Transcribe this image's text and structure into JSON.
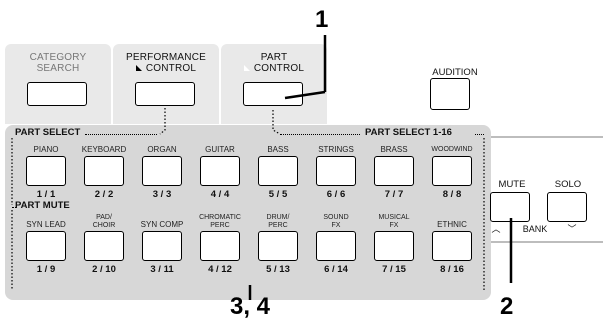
{
  "tabs": [
    {
      "label_line1": "CATEGORY",
      "label_line2": "SEARCH"
    },
    {
      "label_line1": "PERFORMANCE",
      "label_line2": "CONTROL"
    },
    {
      "label_line1": "PART",
      "label_line2": "CONTROL"
    }
  ],
  "audition_label": "AUDITION",
  "part_select_label": "PART SELECT",
  "part_select_range_label": "PART SELECT 1-16",
  "part_mute_label": "PART MUTE",
  "row1": [
    {
      "name": "PIANO",
      "num": "1 / 1"
    },
    {
      "name": "KEYBOARD",
      "num": "2 / 2"
    },
    {
      "name": "ORGAN",
      "num": "3 / 3"
    },
    {
      "name": "GUITAR",
      "num": "4 / 4"
    },
    {
      "name": "BASS",
      "num": "5 / 5"
    },
    {
      "name": "STRINGS",
      "num": "6 / 6"
    },
    {
      "name": "BRASS",
      "num": "7 / 7"
    },
    {
      "name": "WOODWIND",
      "num": "8 / 8"
    }
  ],
  "row2": [
    {
      "name1": "SYN LEAD",
      "name2": "",
      "num": "1 / 9"
    },
    {
      "name1": "PAD/",
      "name2": "CHOIR",
      "num": "2 / 10"
    },
    {
      "name1": "SYN COMP",
      "name2": "",
      "num": "3 / 11"
    },
    {
      "name1": "CHROMATIC",
      "name2": "PERC",
      "num": "4 / 12"
    },
    {
      "name1": "DRUM/",
      "name2": "PERC",
      "num": "5 / 13"
    },
    {
      "name1": "SOUND",
      "name2": "FX",
      "num": "6 / 14"
    },
    {
      "name1": "MUSICAL",
      "name2": "FX",
      "num": "7 / 15"
    },
    {
      "name1": "ETHNIC",
      "name2": "",
      "num": "8 / 16"
    }
  ],
  "mute_label": "MUTE",
  "solo_label": "SOLO",
  "bank_label": "BANK",
  "callouts": {
    "c1": "1",
    "c2": "2",
    "c34": "3, 4"
  }
}
